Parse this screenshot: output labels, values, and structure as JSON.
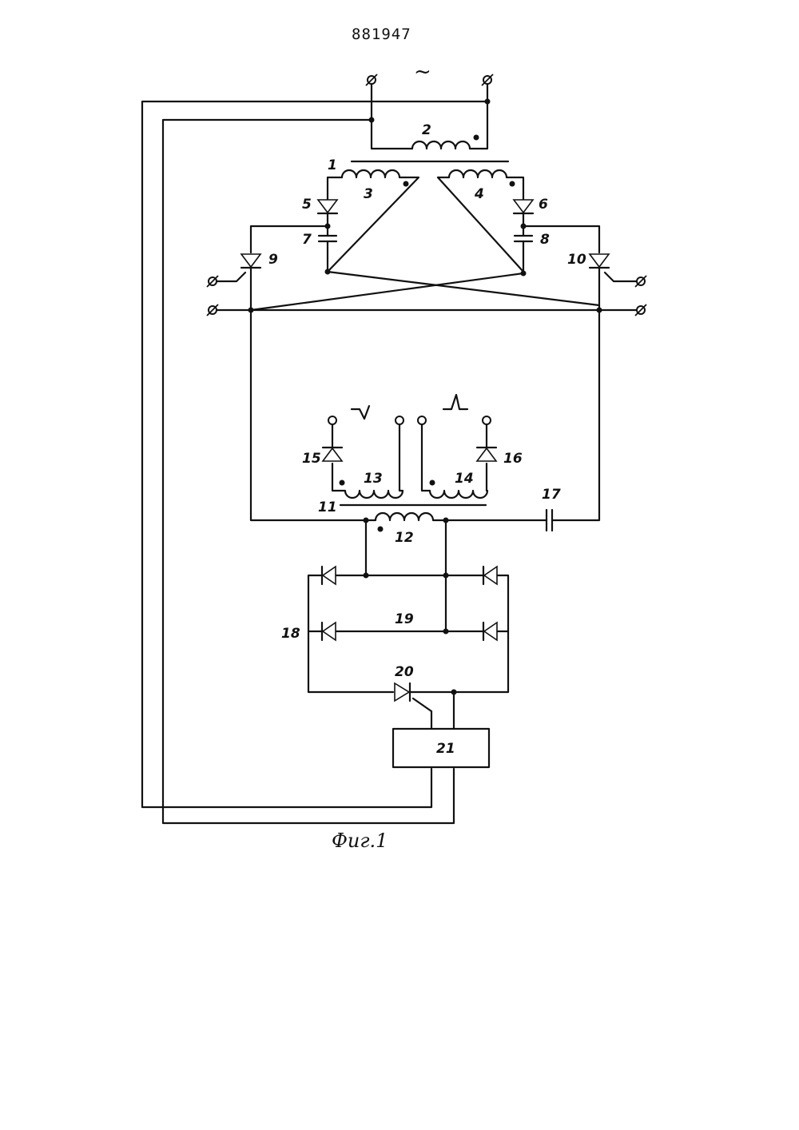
{
  "document": {
    "patent_number": "881947",
    "caption": "Фиг.1",
    "ac_symbol": "~",
    "terminal_symbol": "ø"
  },
  "labels": {
    "l1": "1",
    "l2": "2",
    "l3": "3",
    "l4": "4",
    "l5": "5",
    "l6": "6",
    "l7": "7",
    "l8": "8",
    "l9": "9",
    "l10": "10",
    "l11": "11",
    "l12": "12",
    "l13": "13",
    "l14": "14",
    "l15": "15",
    "l16": "16",
    "l17": "17",
    "l18": "18",
    "l19": "19",
    "l20": "20",
    "l21": "21"
  },
  "colors": {
    "ink": "#111111",
    "paper": "#ffffff"
  }
}
